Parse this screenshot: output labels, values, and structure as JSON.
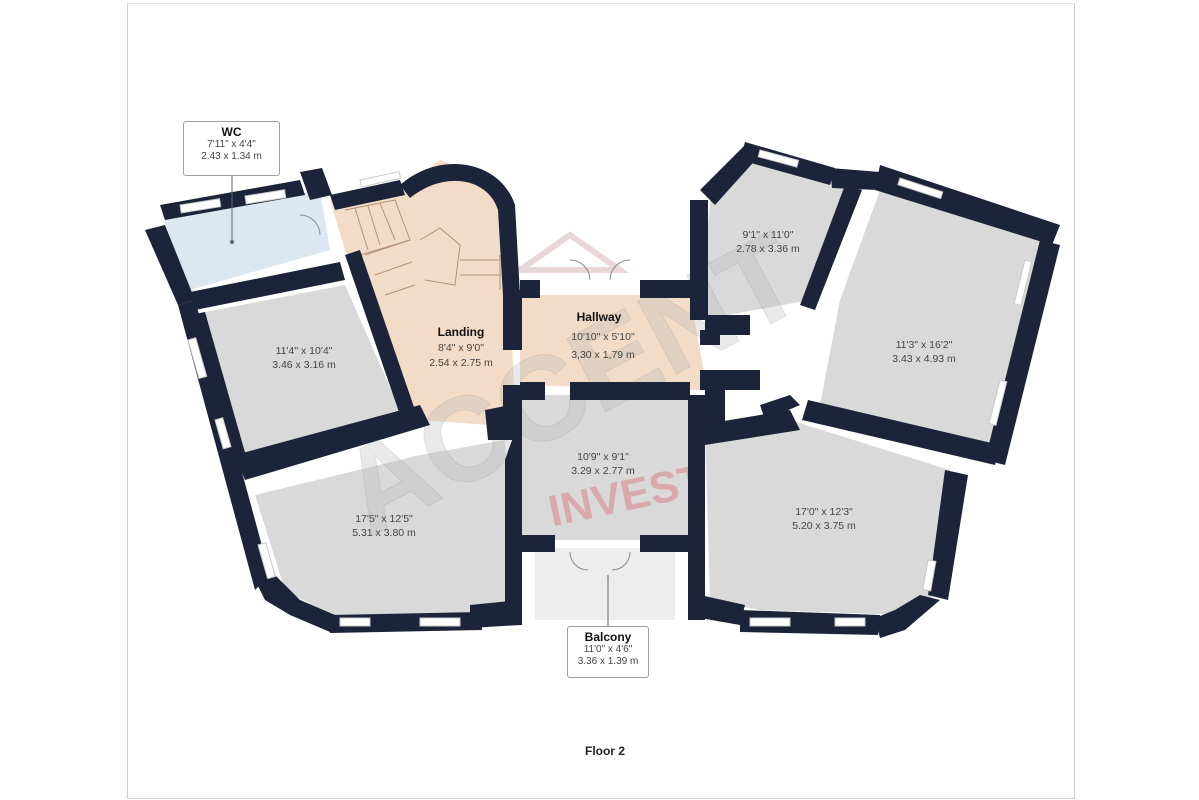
{
  "colors": {
    "wall": "#1b2438",
    "room_grey": "#d9d9d9",
    "room_tan": "#f3dcc7",
    "room_blue": "#dde7f1",
    "balcony": "#ededed",
    "watermark": "#d83c46"
  },
  "plan": {
    "floor_label": "Floor 2",
    "watermark": {
      "word1": "ACCENT",
      "word2": "INVEST"
    },
    "rooms": [
      {
        "id": "wc",
        "name": "WC",
        "dim_imperial": "7'11\" x 4'4\"",
        "dim_metric": "2.43 x 1.34 m"
      },
      {
        "id": "landing",
        "name": "Landing",
        "dim_imperial": "8'4\" x 9'0\"",
        "dim_metric": "2.54 x 2.75 m"
      },
      {
        "id": "hallway",
        "name": "Hallway",
        "dim_imperial": "10'10\" x 5'10\"",
        "dim_metric": "3,30 x 1,79 m"
      },
      {
        "id": "room-left-mid",
        "name": "",
        "dim_imperial": "11'4\" x 10'4\"",
        "dim_metric": "3.46 x 3.16 m"
      },
      {
        "id": "room-left-bottom",
        "name": "",
        "dim_imperial": "17'5\" x 12'5\"",
        "dim_metric": "5.31 x 3.80 m"
      },
      {
        "id": "room-center",
        "name": "",
        "dim_imperial": "10'9\" x 9'1\"",
        "dim_metric": "3.29 x 2.77 m"
      },
      {
        "id": "room-top-right-small",
        "name": "",
        "dim_imperial": "9'1\" x 11'0\"",
        "dim_metric": "2.78 x 3.36 m"
      },
      {
        "id": "room-right-large",
        "name": "",
        "dim_imperial": "11'3\" x 16'2\"",
        "dim_metric": "3.43 x 4.93 m"
      },
      {
        "id": "room-right-bottom",
        "name": "",
        "dim_imperial": "17'0\" x 12'3\"",
        "dim_metric": "5.20 x 3.75 m"
      },
      {
        "id": "balcony",
        "name": "Balcony",
        "dim_imperial": "11'0\" x 4'6\"",
        "dim_metric": "3.36 x 1.39 m"
      }
    ]
  }
}
